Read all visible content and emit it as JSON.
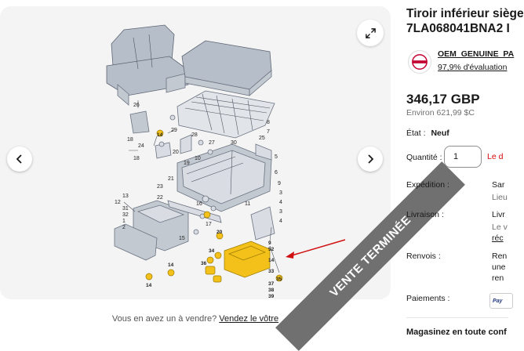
{
  "gallery": {
    "ribbon_text": "VENTE TERMINÉE",
    "callouts": {
      "c26": "26",
      "c14": "14",
      "c29": "29",
      "c28": "28",
      "c27": "27",
      "c30": "30",
      "c25": "25",
      "c8": "8",
      "c7": "7",
      "c18a": "18",
      "c18b": "18",
      "c24": "24",
      "c20": "20",
      "c19": "19",
      "c10": "10",
      "c21": "21",
      "c23": "23",
      "c12": "12",
      "c22": "22",
      "c16": "16",
      "c17": "17",
      "c15": "15",
      "c5": "5",
      "c6": "6",
      "c11": "11",
      "c9": "9",
      "c3a": "3",
      "c3b": "3",
      "c4a": "4",
      "c4b": "4",
      "c13": "13",
      "c31": "31",
      "c32": "32",
      "c1": "1",
      "c2": "2",
      "c36": "36",
      "c34": "34",
      "c35": "35",
      "c33": "33",
      "c37": "37",
      "c38": "38",
      "c39": "39",
      "c9b": "9",
      "c52": "52",
      "c14b": "14",
      "c14c": "14",
      "c14d": "14",
      "c20b": "20"
    }
  },
  "sell": {
    "question": "Vous en avez un à vendre?",
    "link": "Vendez le vôtre"
  },
  "product": {
    "title_line1": "Tiroir inférieur siège",
    "title_line2": "7LA068041BNA2 I"
  },
  "seller": {
    "name": "OEM_GENUINE_PA",
    "rating": "97,9% d'évaluation"
  },
  "price": {
    "main": "346,17 GBP",
    "approx": "Environ 621,99 $C"
  },
  "details": {
    "etat_label": "État :",
    "etat_value": "Neuf",
    "quantite_label": "Quantité :",
    "quantite_value": "1",
    "stock_text": "Le d",
    "expedition_label": "Expédition :",
    "expedition_value": "Sar",
    "expedition_sub": "Lieu",
    "livraison_label": "Livraison :",
    "livraison_value": "Livr",
    "livraison_sub1": "Le v",
    "livraison_sub2": "réc",
    "renvois_label": "Renvois :",
    "renvois_l1": "Ren",
    "renvois_l2": "une",
    "renvois_l3": "ren",
    "paiements_label": "Paiements :",
    "paypal_text": "Pay"
  },
  "shop_more": "Magasinez en toute conf",
  "icons": {
    "prev": "chevron-left-icon",
    "next": "chevron-right-icon",
    "expand": "expand-icon"
  },
  "colors": {
    "highlight_yellow": "#f3c11a",
    "ribbon": "#707070",
    "stock_red": "#d50b0b"
  }
}
